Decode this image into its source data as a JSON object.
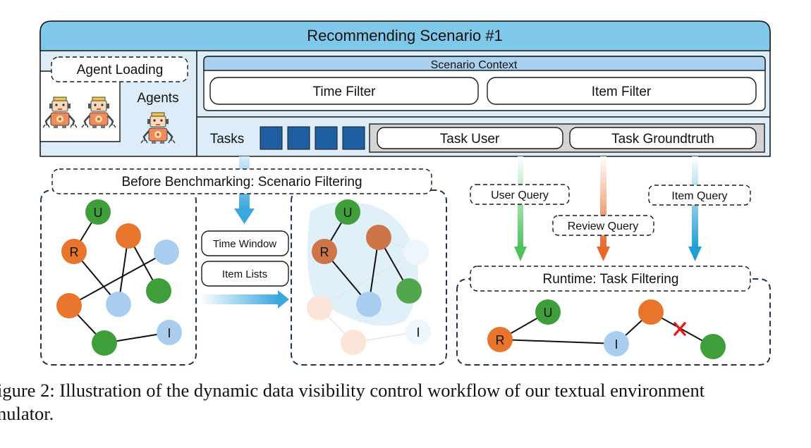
{
  "header": {
    "title": "Recommending Scenario #1"
  },
  "agents": {
    "loading_label": "Agent Loading",
    "agents_label": "Agents"
  },
  "context": {
    "title": "Scenario Context",
    "time_filter": "Time Filter",
    "item_filter": "Item Filter"
  },
  "tasks": {
    "label": "Tasks",
    "task_user": "Task User",
    "task_groundtruth": "Task Groundtruth"
  },
  "benchmarking": {
    "title": "Before Benchmarking: Scenario Filtering",
    "time_window": "Time Window",
    "item_lists": "Item Lists"
  },
  "queries": {
    "user": "User Query",
    "review": "Review Query",
    "item": "Item Query"
  },
  "runtime": {
    "title": "Runtime: Task Filtering"
  },
  "nodes": {
    "user": "U",
    "review": "R",
    "item": "I"
  },
  "colors": {
    "header": "#7fc8ea",
    "panel": "#dcecf8",
    "context_bar": "#a9d0ee",
    "task_box": "#1f5ea0",
    "orange": "#e8752c",
    "green": "#3e9e3a",
    "light_blue": "#a9cdee",
    "red_x": "#e02020"
  },
  "caption": {
    "line1": "igure 2: Illustration of the dynamic data visibility control workflow of our textual environment",
    "line2": "nulator."
  }
}
